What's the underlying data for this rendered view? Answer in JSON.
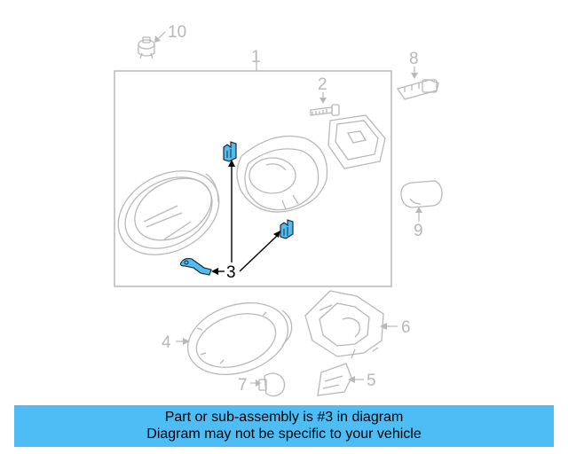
{
  "diagram": {
    "callouts": {
      "c1": "1",
      "c2": "2",
      "c3": "3",
      "c4": "4",
      "c5": "5",
      "c6": "6",
      "c7": "7",
      "c8": "8",
      "c9": "9",
      "c10": "10"
    },
    "highlighted_part": "3",
    "colors": {
      "highlight": "#4fbdf5",
      "part_line": "#b8b8b8",
      "active_line": "#000000"
    }
  },
  "banner": {
    "line1": "Part or sub-assembly is #3 in diagram",
    "line2": "Diagram may not be specific to your vehicle",
    "color": "#4fbdf5"
  }
}
